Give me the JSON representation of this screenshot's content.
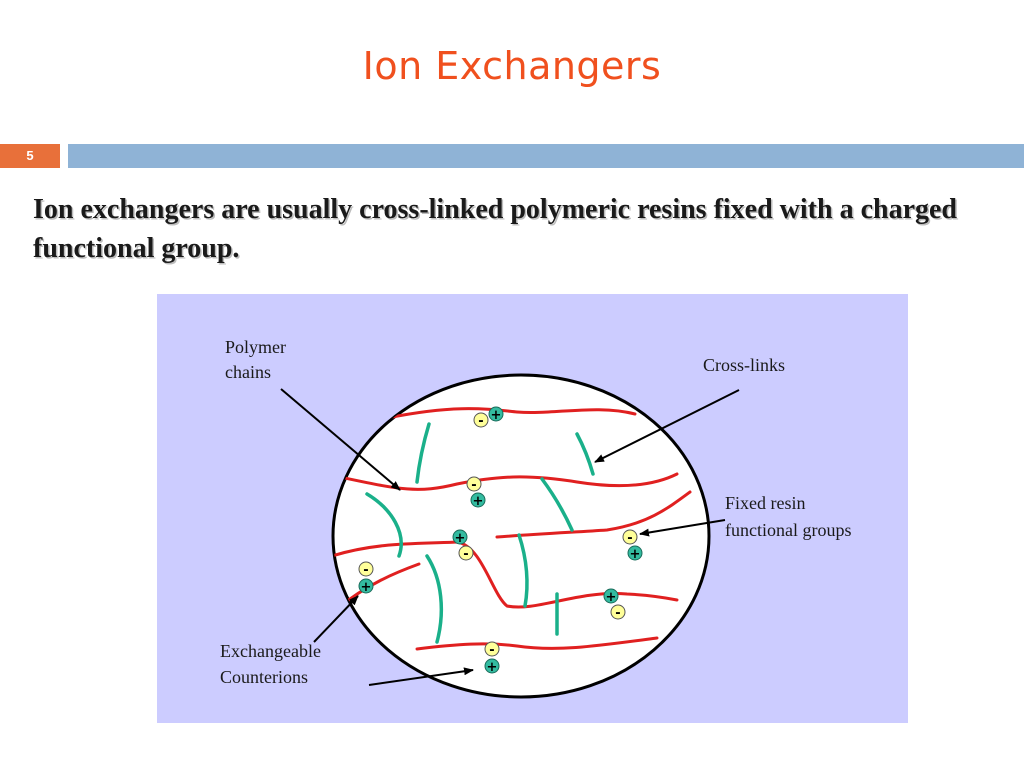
{
  "slide": {
    "title": "Ion Exchangers",
    "number": "5",
    "text": "Ion exchangers are usually cross-linked polymeric resins fixed with a charged functional group."
  },
  "diagram": {
    "labels": {
      "polymer_line1": "Polymer",
      "polymer_line2": "chains",
      "crosslinks": "Cross-links",
      "fixed_line1": "Fixed resin",
      "fixed_line2": "functional groups",
      "exch_line1": "Exchangeable",
      "exch_line2": "Counterions"
    },
    "minus_symbol": "-",
    "plus_symbol": "+",
    "colors": {
      "background": "#ccccff",
      "chain": "#e02020",
      "crosslink": "#1ab08a",
      "fixed_group": "#ffff99",
      "counterion": "#33bba0",
      "title": "#f0501e"
    }
  }
}
